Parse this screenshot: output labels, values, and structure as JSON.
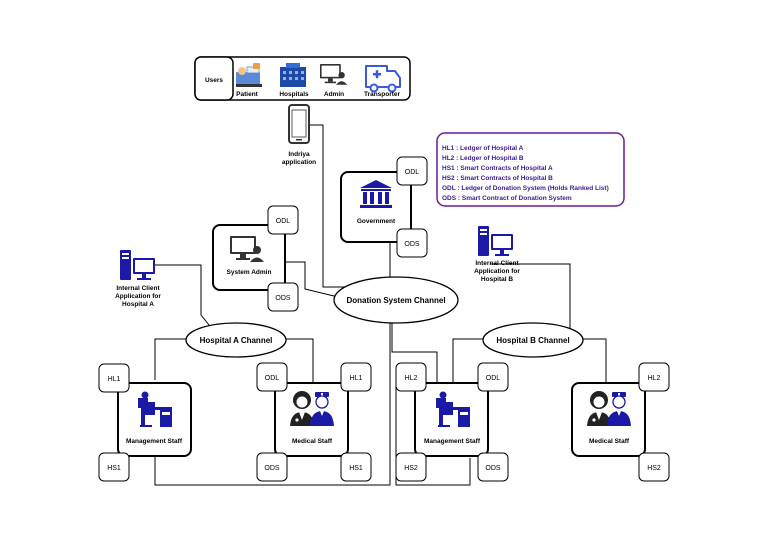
{
  "users": {
    "title": "Users",
    "items": [
      {
        "label": "Patient",
        "icon": "patient-bed-icon"
      },
      {
        "label": "Hospitals",
        "icon": "hospital-building-icon"
      },
      {
        "label": "Admin",
        "icon": "admin-computer-icon"
      },
      {
        "label": "Transporter",
        "icon": "ambulance-icon"
      }
    ]
  },
  "app": {
    "line1": "Indriya",
    "line2": "application",
    "icon": "mobile-phone-icon"
  },
  "legend": {
    "items": [
      "HL1 : Ledger of Hospital A",
      "HL2 : Ledger of Hospital B",
      "HS1 : Smart Contracts of Hospital A",
      "HS2 : Smart Contracts of Hospital B",
      "ODL : Ledger of Donation System (Holds Ranked List)",
      "ODS : Smart Contract of Donation System"
    ],
    "border_color": "#6a1b9a",
    "text_color": "#3d1a8c"
  },
  "government": {
    "label": "Government",
    "tag_top": "ODL",
    "tag_bottom": "ODS",
    "icon": "government-building-icon"
  },
  "system_admin": {
    "label": "System Admin",
    "tag_top": "ODL",
    "tag_bottom": "ODS",
    "icon": "admin-computer-icon"
  },
  "channels": {
    "donation": "Donation System Channel",
    "hospital_a": "Hospital A Channel",
    "hospital_b": "Hospital B Channel"
  },
  "client_a": {
    "lines": [
      "Internal Client",
      "Application for",
      "Hospital A"
    ],
    "icon": "client-computer-icon"
  },
  "client_b": {
    "lines": [
      "Internal Client",
      "Application for",
      "Hospital B"
    ],
    "icon": "client-computer-icon"
  },
  "ha_mgmt": {
    "label": "Management Staff",
    "tag_top": "HL1",
    "tag_bottom": "HS1",
    "icon": "office-worker-icon"
  },
  "ha_med": {
    "label": "Medical Staff",
    "tag_top_left": "ODL",
    "tag_top_right": "HL1",
    "tag_bottom_left": "ODS",
    "tag_bottom_right": "HS1",
    "icon": "medical-staff-icon"
  },
  "hb_mgmt": {
    "label": "Management Staff",
    "tag_top_left": "HL2",
    "tag_top_right": "ODL",
    "tag_bottom_left": "HS2",
    "tag_bottom_right": "ODS",
    "icon": "office-worker-icon"
  },
  "hb_med": {
    "label": "Medical Staff",
    "tag_top": "HL2",
    "tag_bottom": "HS2",
    "icon": "medical-staff-icon"
  },
  "colors": {
    "icon_blue": "#1a1aa6",
    "icon_dark": "#222222",
    "line": "#000000"
  }
}
